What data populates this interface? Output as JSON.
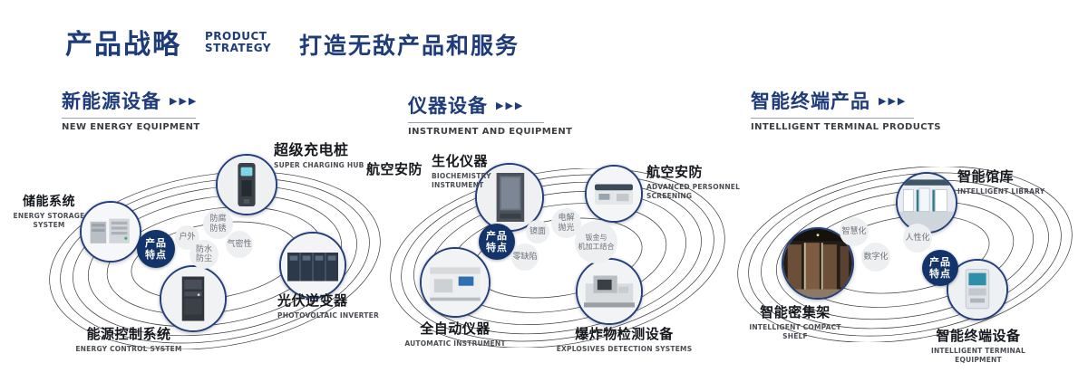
{
  "header": {
    "title_cn": "产品战略",
    "title_en_line1": "PRODUCT",
    "title_en_line2": "STRATEGY",
    "tagline": "打造无敌产品和服务"
  },
  "colors": {
    "primary": "#1e3b7a",
    "badge_bg": "#12346b",
    "bubble_bg": "#edeff1",
    "bubble_text": "#6d7279"
  },
  "sections": {
    "energy": {
      "title_cn": "新能源设备",
      "arrows": "▶▶▶",
      "title_en": "NEW ENERGY EQUIPMENT",
      "badge": "产品\n特点",
      "bubbles": {
        "b1": "户外",
        "b2": "防腐\n防锈",
        "b3": "气密性",
        "b4": "防水\n防尘"
      },
      "nodes": {
        "storage": {
          "cn": "储能系统",
          "en": "ENERGY STORAGE\nSYSTEM"
        },
        "charger": {
          "cn": "超级充电桩",
          "en": "SUPER CHARGING HUB"
        },
        "inverter": {
          "cn": "光伏逆变器",
          "en": "PHOTOVOLTAIC INVERTER"
        },
        "control": {
          "cn": "能源控制系统",
          "en": "ENERGY CONTROL SYSTEM"
        }
      }
    },
    "instrument": {
      "title_cn": "仪器设备",
      "arrows": "▶▶▶",
      "title_en": "INSTRUMENT AND EQUIPMENT",
      "badge": "产品\n特点",
      "aviation_label": "航空安防",
      "bubbles": {
        "b1": "镜面",
        "b2": "电解\n抛光",
        "b3": "零缺陷",
        "b4": "钣金与\n机加工结合"
      },
      "nodes": {
        "biochem": {
          "cn": "生化仪器",
          "en": "BIOCHEMISTRY\nINSTRUMENT"
        },
        "screening": {
          "cn": "航空安防",
          "en": "ADVANCED PERSONNEL\nSCREENING"
        },
        "automatic": {
          "cn": "全自动仪器",
          "en": "AUTOMATIC INSTRUMENT"
        },
        "explosives": {
          "cn": "爆炸物检测设备",
          "en": "EXPLOSIVES DETECTION SYSTEMS"
        }
      }
    },
    "terminal": {
      "title_cn": "智能终端产品",
      "arrows": "▶▶▶",
      "title_en": "INTELLIGENT TERMINAL PRODUCTS",
      "badge": "产品\n特点",
      "bubbles": {
        "b1": "智慧化",
        "b2": "人性化",
        "b3": "数字化"
      },
      "nodes": {
        "library": {
          "cn": "智能馆库",
          "en": "INTELLIGENT LIBRARY"
        },
        "shelf": {
          "cn": "智能密集架",
          "en": "INTELLIGENT COMPACT\nSHELF"
        },
        "terminal": {
          "cn": "智能终端设备",
          "en": "INTELLIGENT TERMINAL EQUIPMENT"
        }
      }
    }
  }
}
